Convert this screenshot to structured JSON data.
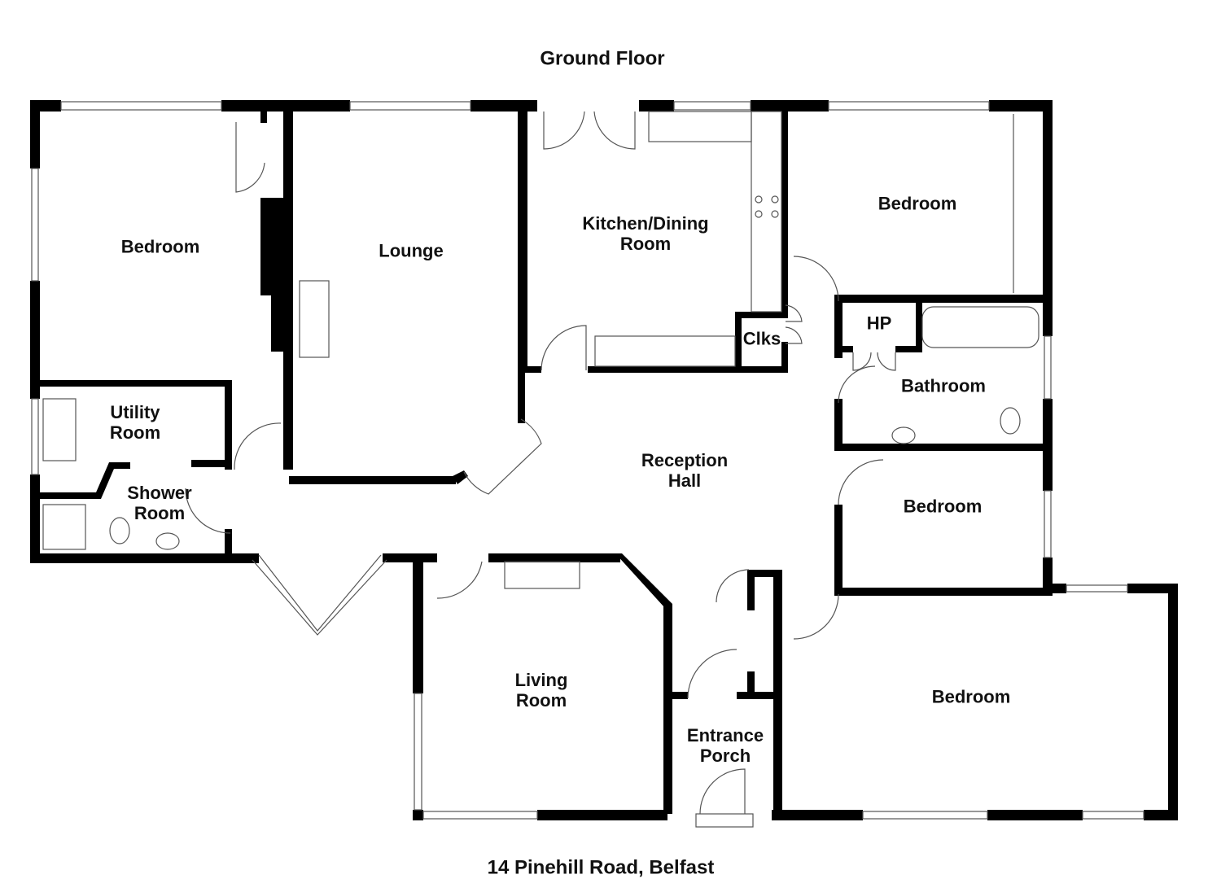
{
  "title": "Ground Floor",
  "address": "14 Pinehill Road, Belfast",
  "colors": {
    "wall": "#000000",
    "background": "#ffffff",
    "fixture": "#555555"
  },
  "rooms": {
    "bedroom_1": "Bedroom",
    "lounge": "Lounge",
    "kitchen": "Kitchen/Dining\nRoom",
    "bedroom_2": "Bedroom",
    "hp": "HP",
    "clks": "Clks",
    "bathroom": "Bathroom",
    "utility": "Utility\nRoom",
    "shower": "Shower\nRoom",
    "reception": "Reception\nHall",
    "bedroom_3": "Bedroom",
    "living": "Living\nRoom",
    "porch": "Entrance\nPorch",
    "bedroom_4": "Bedroom"
  }
}
